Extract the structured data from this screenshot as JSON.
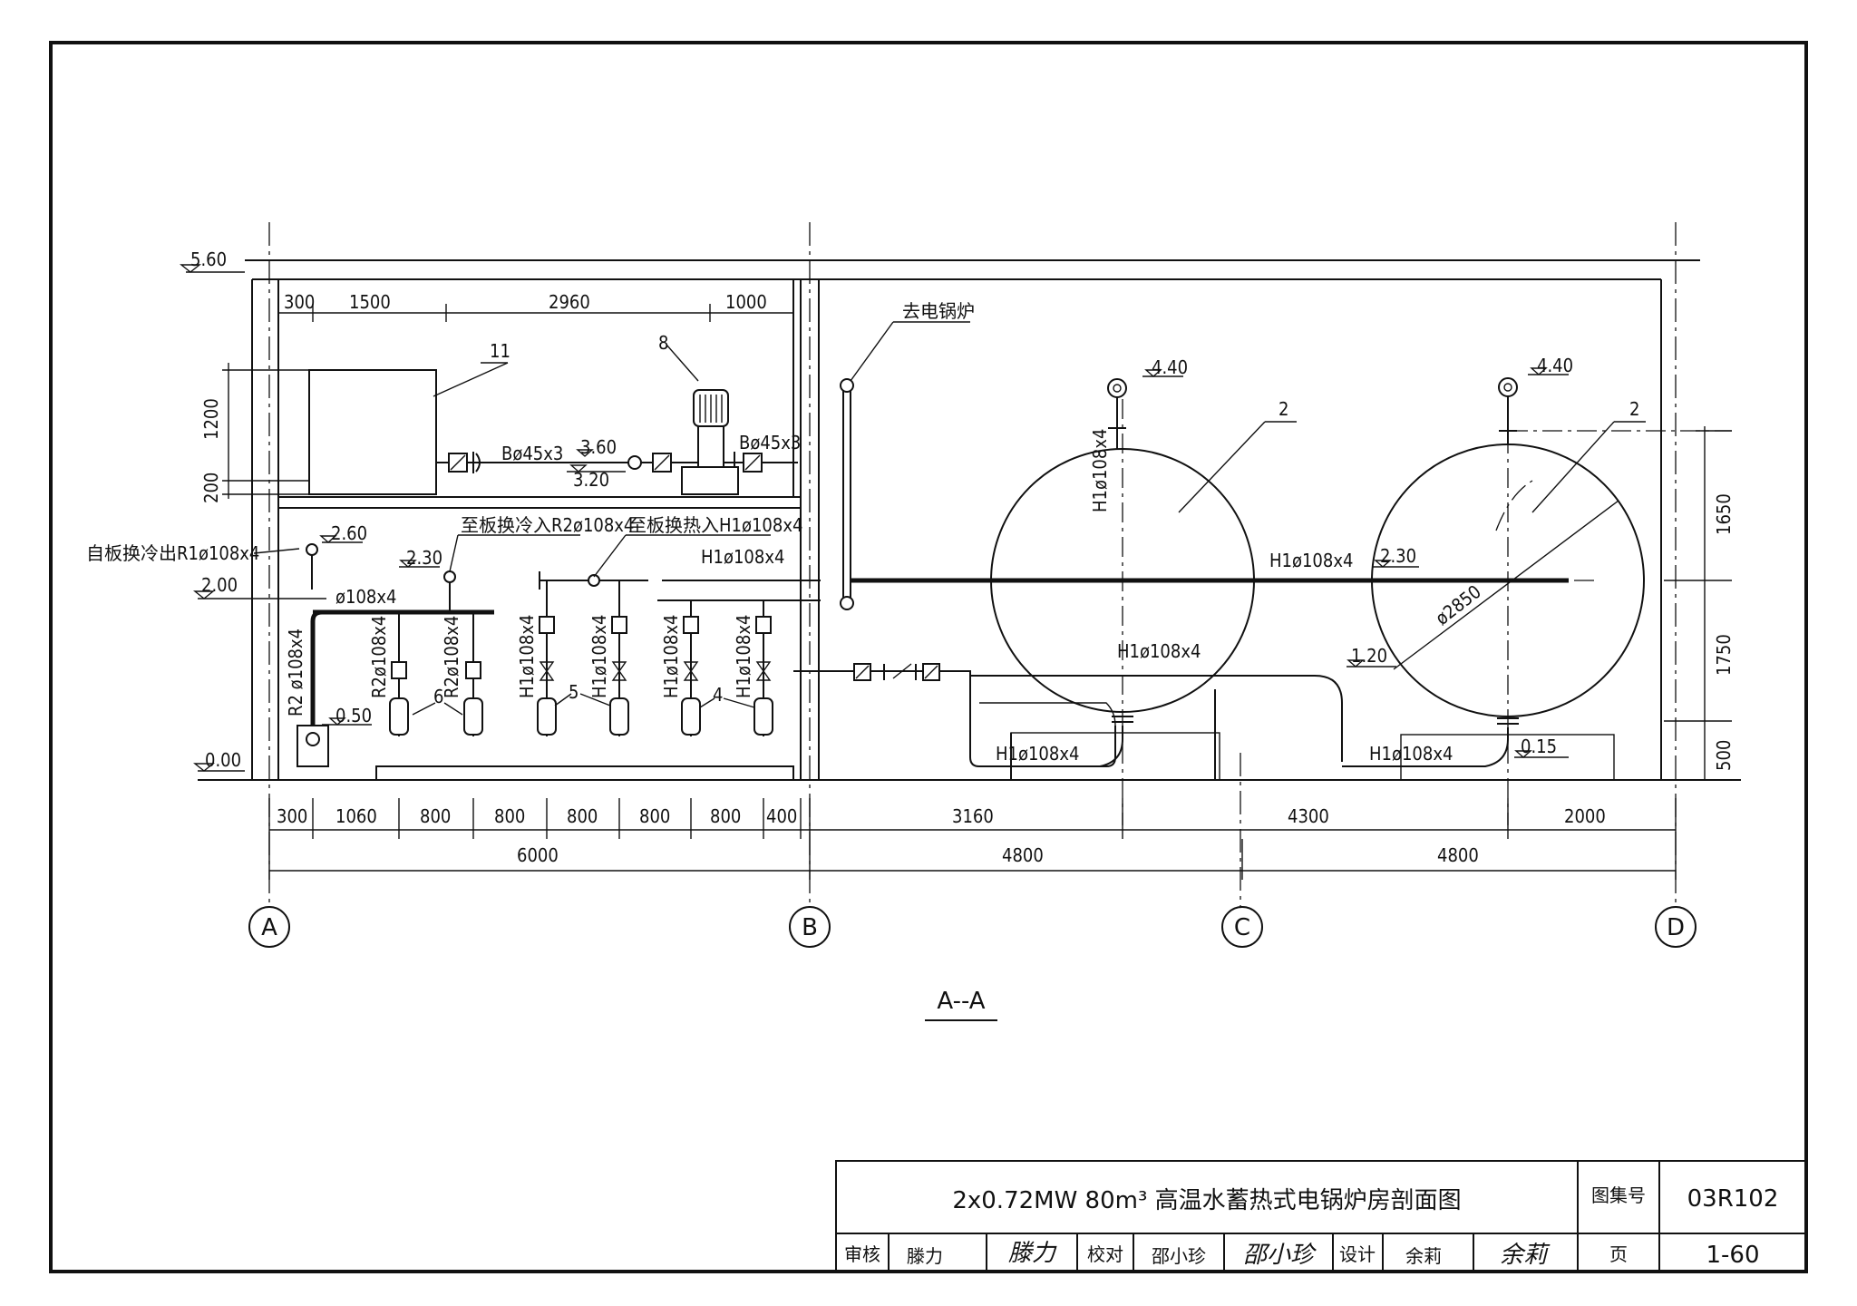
{
  "section_label": "A--A",
  "elevations": {
    "e560": "5.60",
    "e360": "3.60",
    "e320": "3.20",
    "e260": "2.60",
    "e230a": "2.30",
    "e200": "2.00",
    "e050": "0.50",
    "e000": "0.00",
    "e440a": "4.40",
    "e440b": "4.40",
    "e230b": "2.30",
    "e120": "1.20",
    "e015": "0.15"
  },
  "top_dims": {
    "d300": "300",
    "d1500": "1500",
    "d2960": "2960",
    "d1000": "1000"
  },
  "left_dims": {
    "d1200": "1200",
    "d200": "200"
  },
  "right_dims": {
    "d1650": "1650",
    "d1750": "1750",
    "d500": "500"
  },
  "bottom_dims_1": [
    "300",
    "1060",
    "800",
    "800",
    "800",
    "800",
    "800",
    "400",
    "3160",
    "4300",
    "2000"
  ],
  "bottom_dims_2": {
    "left_total": "6000",
    "mid1": "4800",
    "mid2": "4800"
  },
  "axes": [
    "A",
    "B",
    "C",
    "D"
  ],
  "pipes": {
    "b45_left": "Bø45x3",
    "b45_right": "Bø45x3",
    "from_plate_out": "自板换冷出R1ø108x4",
    "to_plate_cold": "至板换冷入R2ø108x4",
    "to_plate_hot": "至板换热入H1ø108x4",
    "h1_header": "H1ø108x4",
    "header_108": "ø108x4",
    "r2_vertical": "R2 ø108x4",
    "r2_pump_a": "R2ø108x4",
    "r2_pump_b": "R2ø108x4",
    "h1_pump_1": "H1ø108x4",
    "h1_pump_2": "H1ø108x4",
    "h1_pump_3": "H1ø108x4",
    "h1_pump_4": "H1ø108x4",
    "to_boiler": "去电锅炉",
    "tank1_top": "H1ø108x4",
    "tank_link": "H1ø108x4",
    "tank1_mid": "H1ø108x4",
    "tank1_bottom": "H1ø108x4",
    "tank2_bottom": "H1ø108x4",
    "tank_diameter": "ø2850"
  },
  "callouts": {
    "c11": "11",
    "c8": "8",
    "c2a": "2",
    "c2b": "2",
    "c6": "6",
    "c5": "5",
    "c4": "4"
  },
  "title_block": {
    "drawing_title": "2x0.72MW  80m³   高温水蓄热式电锅炉房剖面图",
    "atlas_label": "图集号",
    "atlas_no": "03R102",
    "review_label": "审核",
    "reviewer": "滕力",
    "check_label": "校对",
    "checker": "邵小珍",
    "design_label": "设计",
    "designer": "余莉",
    "page_label": "页",
    "page_no": "1-60"
  }
}
